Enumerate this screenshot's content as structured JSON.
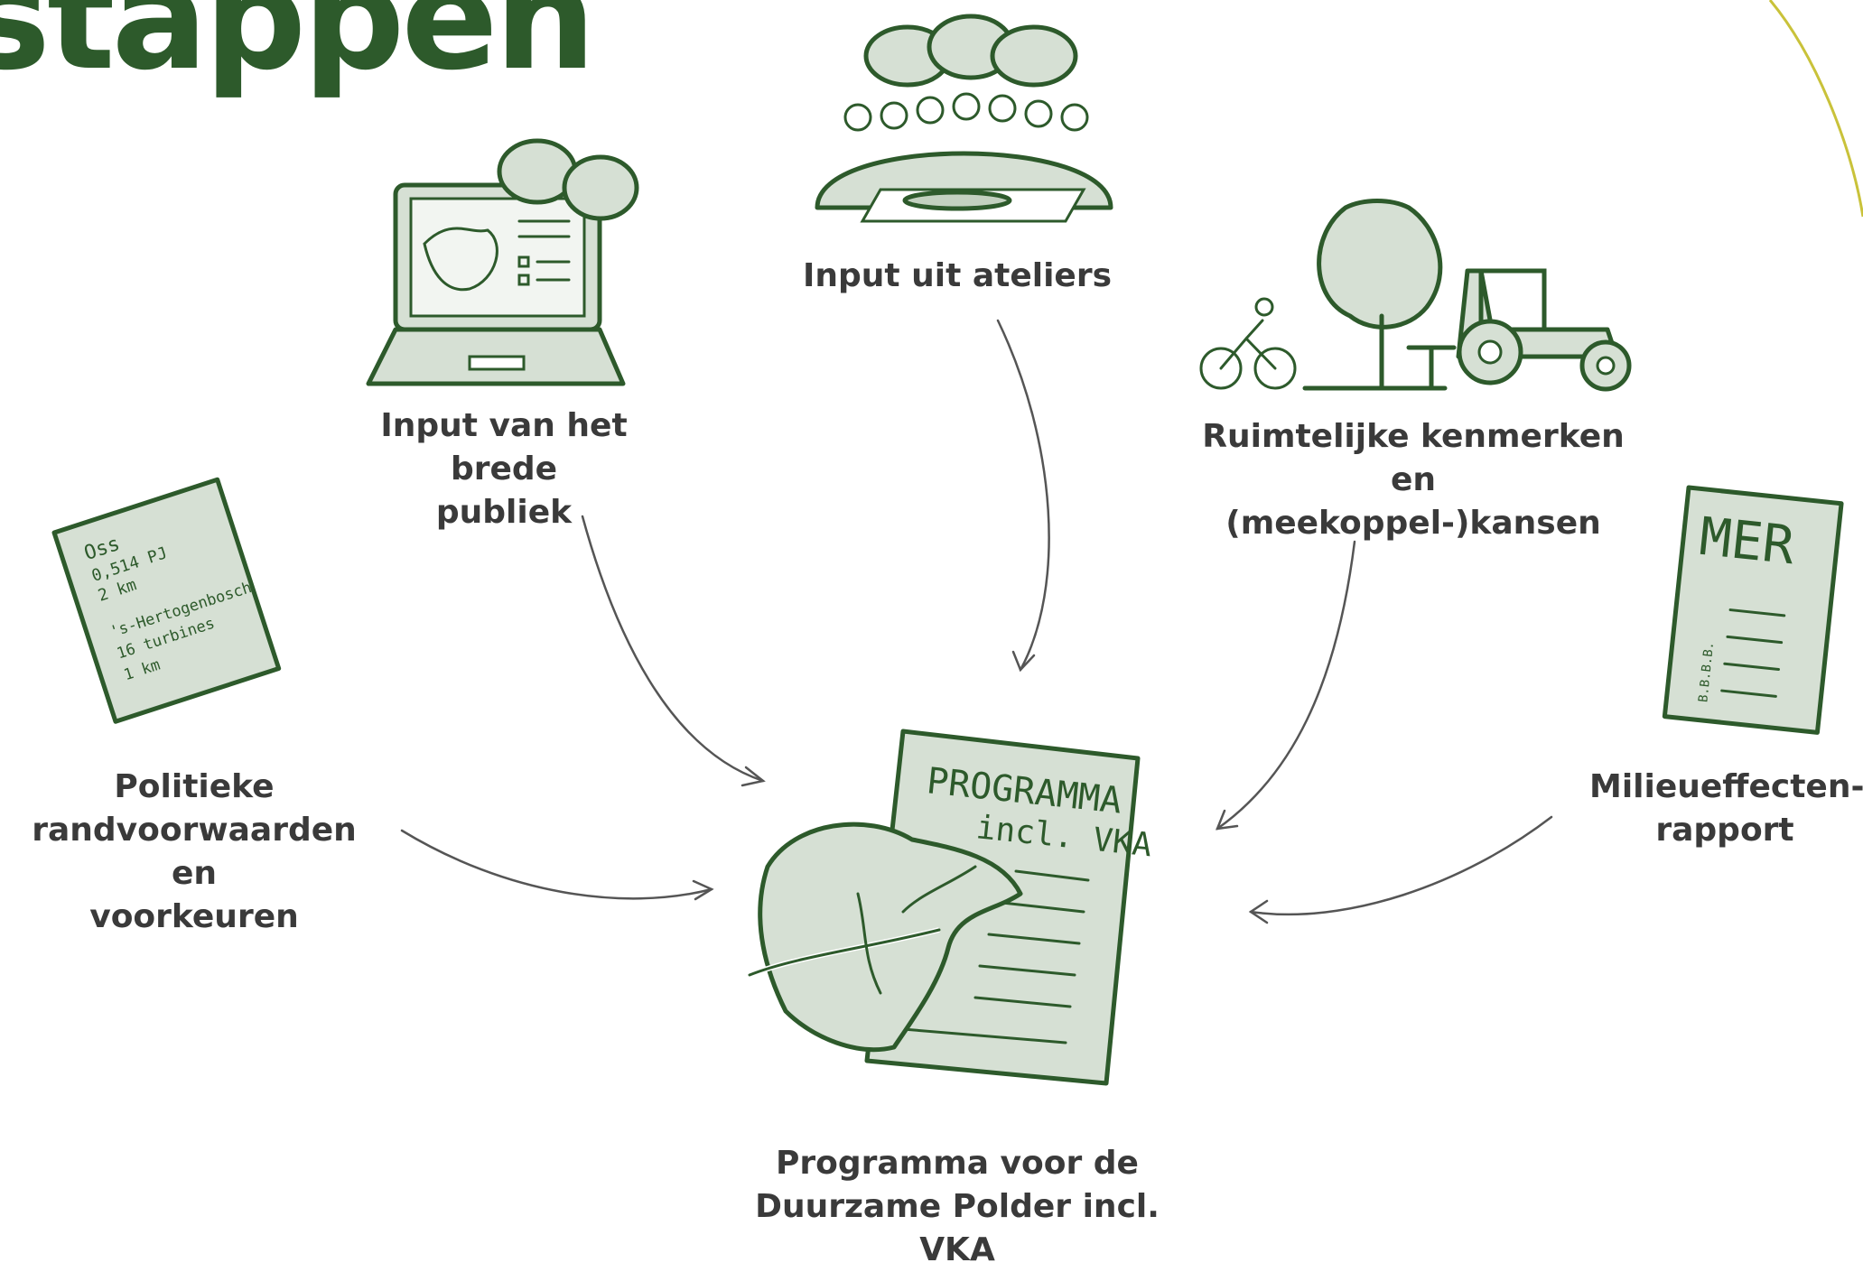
{
  "title": "stappen",
  "nodes": {
    "publiek": "Input van het brede\npubliek",
    "ateliers": "Input uit ateliers",
    "ruimtelijk": "Ruimtelijke kenmerken\nen (meekoppel-)kansen",
    "politiek": "Politieke\nrandvoorwaarden en\nvoorkeuren",
    "mer": "Milieueffecten-\nrapport",
    "programma": "Programma voor de\nDuurzame Polder incl.\nVKA"
  },
  "illustrations": {
    "politiek_note": [
      "Oss",
      "0,514 PJ",
      "2 km",
      "'s-Hertogenbosch",
      "16 turbines",
      "1 km"
    ],
    "mer_doc": [
      "MER",
      "B.B.B.B."
    ],
    "programma_doc": [
      "PROGRAMMA",
      "incl. VKA"
    ]
  },
  "colors": {
    "title": "#2d5a2b",
    "ink": "#2d5a2b",
    "fill": "#d6e0d4",
    "accent_line": "#c9c23a"
  }
}
